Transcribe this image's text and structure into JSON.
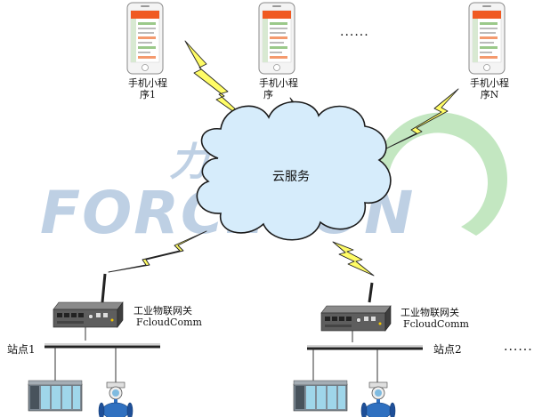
{
  "watermark": {
    "cn": "力控科技",
    "en": "FORCECON",
    "colors": {
      "text": "#b7cbe2",
      "ring": "#b9e3b6"
    }
  },
  "phones": [
    {
      "label_line1": "手机小程",
      "label_line2": "序1"
    },
    {
      "label_line1": "手机小程",
      "label_line2": "序"
    },
    {
      "label_line1": "手机小程",
      "label_line2": "序N"
    }
  ],
  "phones_ellipsis": "......",
  "cloud": {
    "label": "云服务",
    "colors": {
      "fill": "#d6ecfb",
      "edge": "#1b1b1b"
    }
  },
  "gateways": [
    {
      "name": "工业物联网关",
      "model": "FcloudComm"
    },
    {
      "name": "工业物联网关",
      "model": "FcloudComm"
    }
  ],
  "stations": [
    {
      "label": "站点1"
    },
    {
      "label": "站点2"
    }
  ],
  "stations_ellipsis": "......",
  "colors": {
    "bolt_fill": "#fffc66",
    "bolt_edge": "#222222",
    "phone_screen": "#f05a22"
  }
}
